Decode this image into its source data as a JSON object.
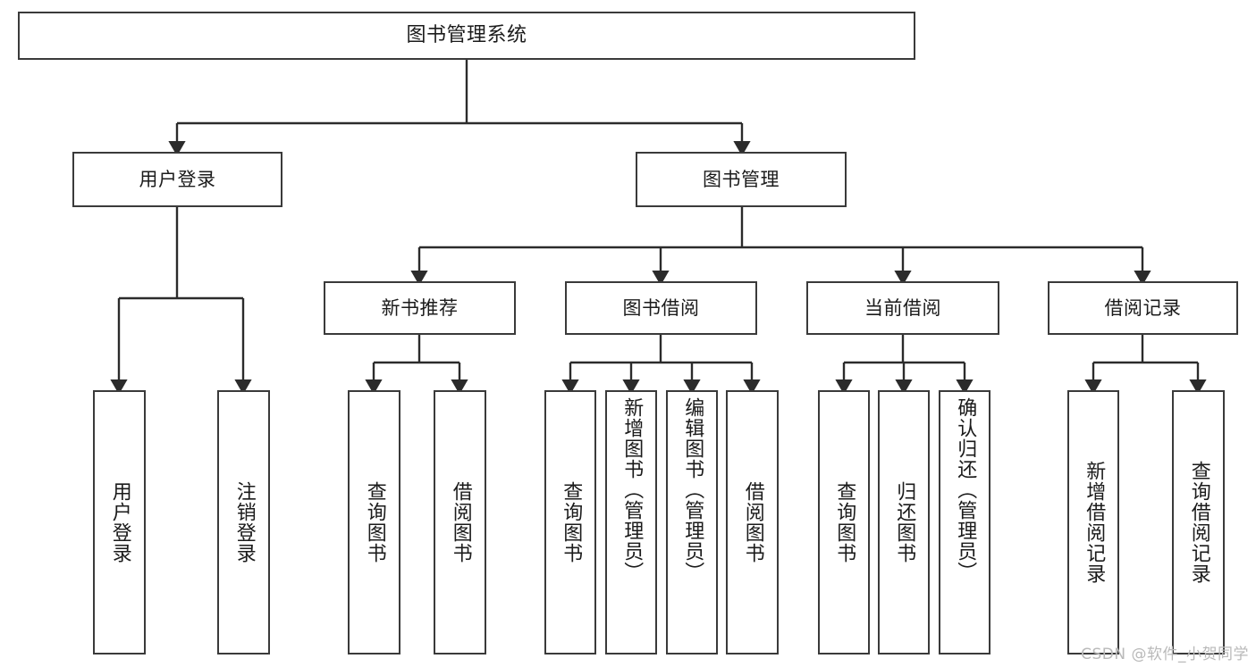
{
  "diagram": {
    "title": "图书管理系统",
    "type": "tree-hierarchy-diagram",
    "watermark": "CSDN @软件_小贺同学",
    "colors": {
      "box_border": "#3a3a3a",
      "box_fill": "#ffffff",
      "connector": "#2b2b2b",
      "text": "#1b1b1b",
      "watermark": "#b9b9b9"
    }
  },
  "nodes": {
    "root": {
      "label": "图书管理系统"
    },
    "level2": [
      {
        "label": "用户登录"
      },
      {
        "label": "图书管理"
      }
    ],
    "level3": [
      {
        "label": "新书推荐"
      },
      {
        "label": "图书借阅"
      },
      {
        "label": "当前借阅"
      },
      {
        "label": "借阅记录"
      }
    ],
    "leaves": {
      "user_login": [
        {
          "label": "用户登录"
        },
        {
          "label": "注销登录"
        }
      ],
      "new_book": [
        {
          "label": "查询图书"
        },
        {
          "label": "借阅图书"
        }
      ],
      "book_borrow": [
        {
          "label": "查询图书"
        },
        {
          "label": "新增图书（管理员）"
        },
        {
          "label": "编辑图书（管理员）"
        },
        {
          "label": "借阅图书"
        }
      ],
      "current_borrow": [
        {
          "label": "查询图书"
        },
        {
          "label": "归还图书"
        },
        {
          "label": "确认归还（管理员）"
        }
      ],
      "borrow_record": [
        {
          "label": "新增借阅记录"
        },
        {
          "label": "查询借阅记录"
        }
      ]
    }
  }
}
